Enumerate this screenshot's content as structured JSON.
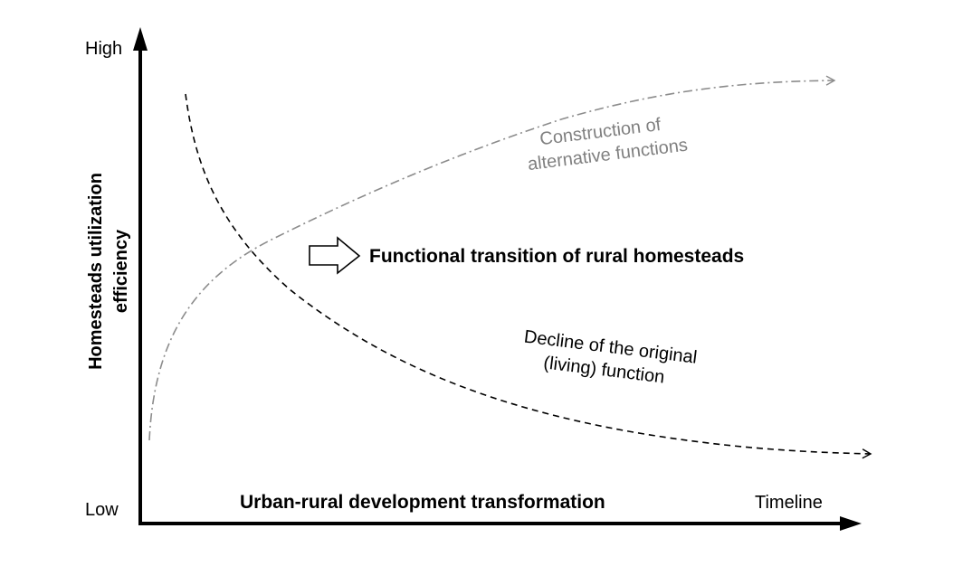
{
  "axes": {
    "y_high": "High",
    "y_low": "Low",
    "y_title_line1": "Homesteads utilization",
    "y_title_line2": "efficiency",
    "x_title": "Urban-rural development transformation",
    "x_end": "Timeline"
  },
  "curves": {
    "alternative_line1": "Construction of",
    "alternative_line2": "alternative functions",
    "decline_line1": "Decline of the original",
    "decline_line2": "(living) function"
  },
  "transition_label": "Functional transition of rural homesteads",
  "colors": {
    "axis": "#000000",
    "decline_curve": "#000000",
    "alternative_curve": "#8c8c8c",
    "alternative_text": "#808080"
  }
}
